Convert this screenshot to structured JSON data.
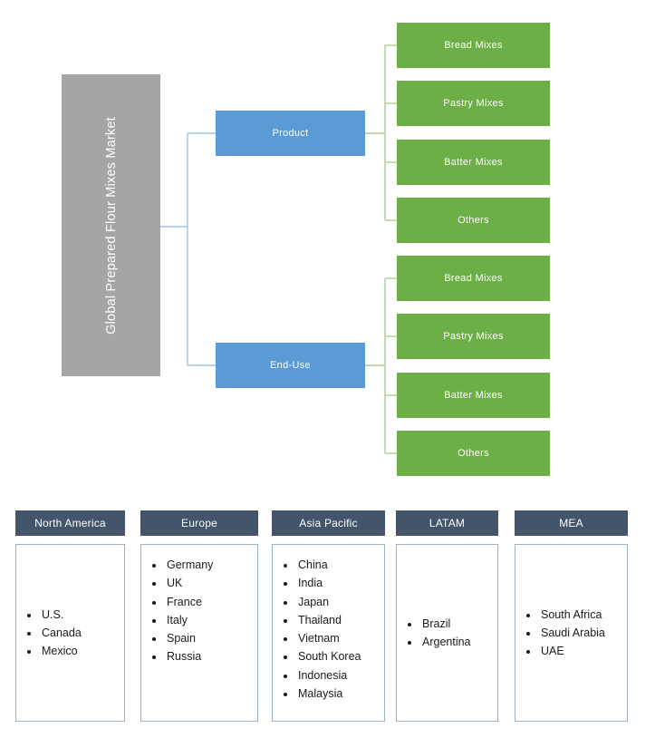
{
  "title_box": {
    "label": "Global Prepared Flour Mixes Market",
    "color": "#a5a5a5"
  },
  "colors": {
    "root": "#a5a5a5",
    "category": "#5b9bd5",
    "leaf": "#6caf46",
    "connector_blue": "#9dc3e6",
    "connector_green": "#a9d18e",
    "region_header": "#44546a",
    "region_border": "#9eb0c4",
    "text_light": "#ffffff",
    "text_dark": "#1a1a1a"
  },
  "tree": {
    "branches": [
      {
        "label": "Product",
        "leaves": [
          {
            "label": "Bread Mixes"
          },
          {
            "label": "Pastry Mixes"
          },
          {
            "label": "Batter Mixes"
          },
          {
            "label": "Others"
          }
        ]
      },
      {
        "label": "End-Use",
        "leaves": [
          {
            "label": "Bread Mixes"
          },
          {
            "label": "Pastry Mixes"
          },
          {
            "label": "Batter Mixes"
          },
          {
            "label": "Others"
          }
        ]
      }
    ]
  },
  "regions": [
    {
      "name": "North America",
      "countries": [
        "U.S.",
        "Canada",
        "Mexico"
      ]
    },
    {
      "name": "Europe",
      "countries": [
        "Germany",
        "UK",
        "France",
        "Italy",
        "Spain",
        "Russia"
      ]
    },
    {
      "name": "Asia Pacific",
      "countries": [
        "China",
        "India",
        "Japan",
        "Thailand",
        "Vietnam",
        "South Korea",
        "Indonesia",
        "Malaysia"
      ]
    },
    {
      "name": "LATAM",
      "countries": [
        "Brazil",
        "Argentina"
      ]
    },
    {
      "name": "MEA",
      "countries": [
        "South Africa",
        "Saudi Arabia",
        "UAE"
      ]
    }
  ]
}
